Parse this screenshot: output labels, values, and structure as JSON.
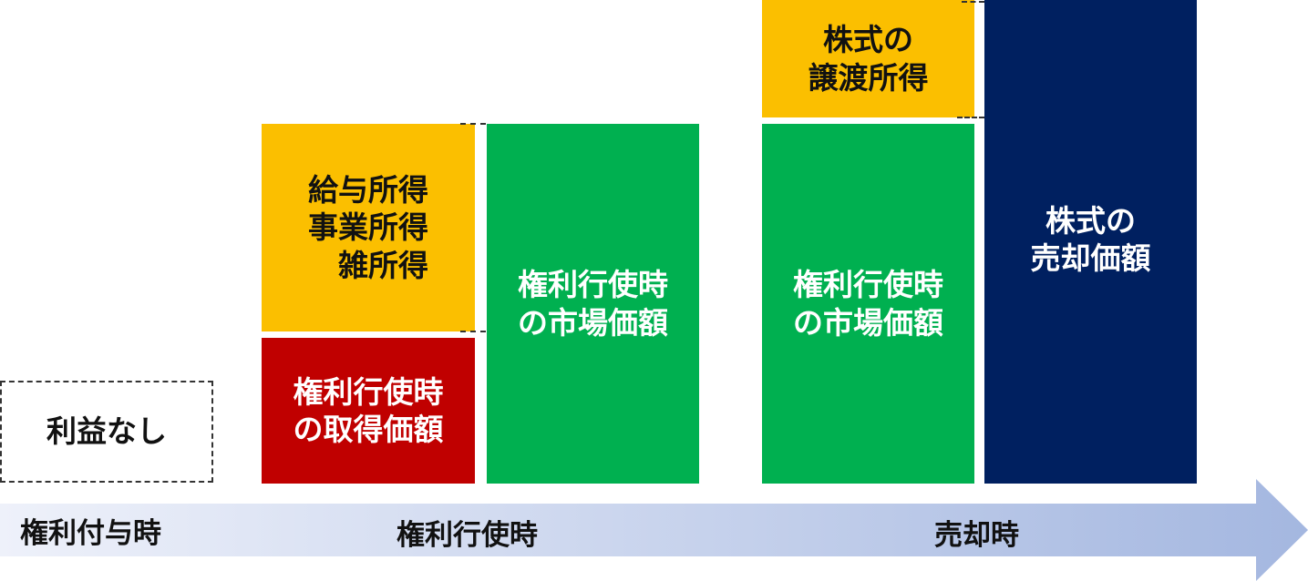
{
  "colors": {
    "income": "#fbbf00",
    "acquisition": "#c00000",
    "market_value": "#00b050",
    "sale_price": "#002060",
    "arrow_start": "#eef1fa",
    "arrow_end": "#a4b7e0"
  },
  "blocks": {
    "no_profit": {
      "lines": [
        "利益なし"
      ]
    },
    "income": {
      "lines": [
        "給与所得",
        "事業所得",
        "雑所得"
      ]
    },
    "acquisition_price": {
      "lines": [
        "権利行使時",
        "の取得価額"
      ]
    },
    "market_value_exercise": {
      "lines": [
        "権利行使時",
        "の市場価額"
      ]
    },
    "market_value_sale": {
      "lines": [
        "権利行使時",
        "の市場価額"
      ]
    },
    "transfer_income": {
      "lines": [
        "株式の",
        "譲渡所得"
      ]
    },
    "sale_price": {
      "lines": [
        "株式の",
        "売却価額"
      ]
    }
  },
  "timeline": {
    "labels": [
      "権利付与時",
      "権利行使時",
      "売却時"
    ]
  }
}
